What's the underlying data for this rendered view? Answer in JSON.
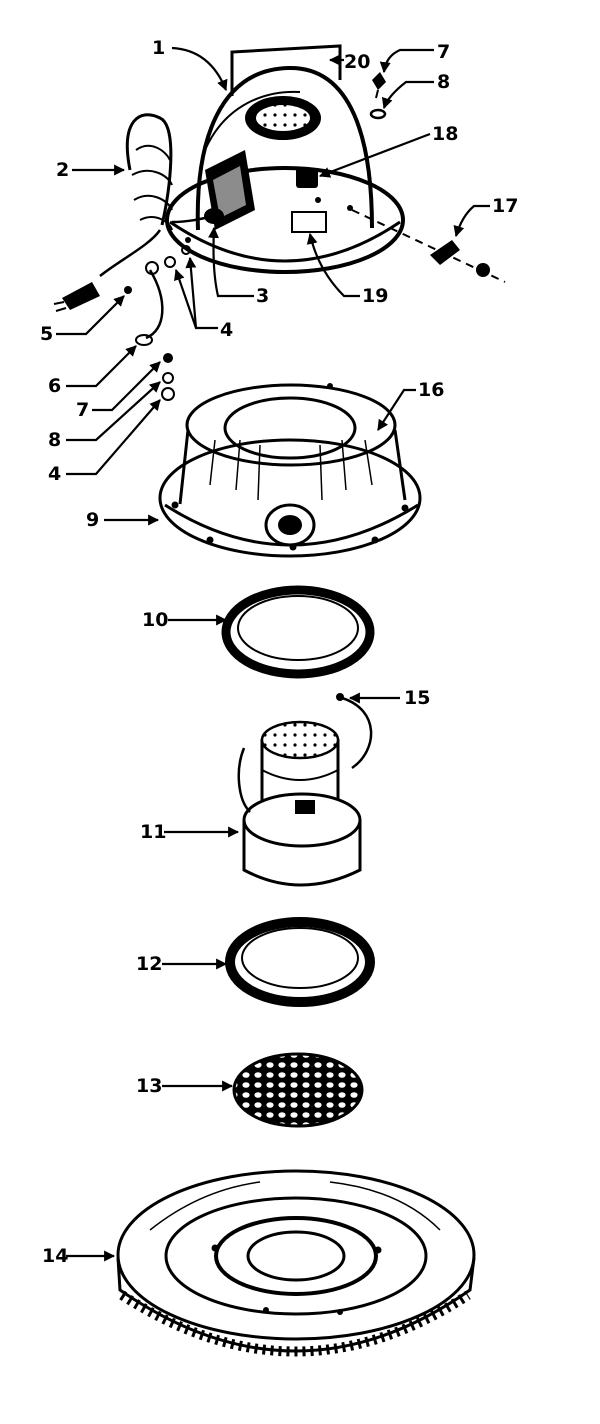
{
  "diagram": {
    "type": "exploded-parts-view",
    "callouts": [
      "1",
      "20",
      "7",
      "8",
      "18",
      "2",
      "17",
      "3",
      "19",
      "4",
      "5",
      "6",
      "7",
      "8",
      "4",
      "16",
      "9",
      "10",
      "15",
      "11",
      "12",
      "13",
      "14"
    ]
  }
}
